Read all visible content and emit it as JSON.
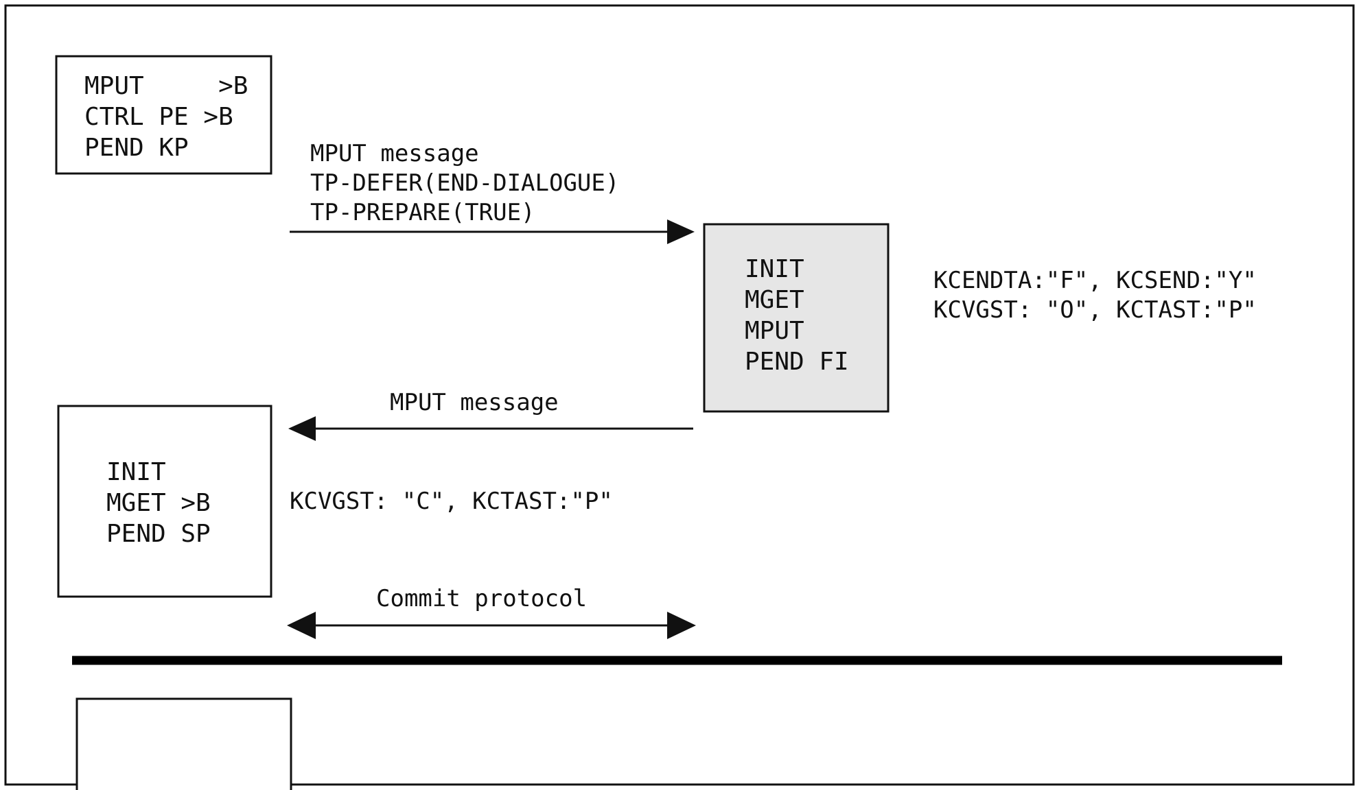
{
  "figure": {
    "type": "sequence-diagram",
    "background_color": "#ffffff",
    "line_color": "#111111",
    "highlight_fill": "#e6e6e6"
  },
  "boxes": {
    "client_top": {
      "name": "client-top-box",
      "fill": "#ffffff",
      "lines": [
        "MPUT     >B",
        "CTRL PE >B",
        "PEND KP"
      ]
    },
    "server": {
      "name": "server-box",
      "fill": "#e6e6e6",
      "lines": [
        "INIT",
        "MGET",
        "MPUT",
        "PEND FI"
      ]
    },
    "client_bottom": {
      "name": "client-bottom-box",
      "fill": "#ffffff",
      "lines": [
        "INIT",
        "MGET >B",
        "PEND SP"
      ]
    },
    "bottom_partial": {
      "name": "bottom-partial-box",
      "fill": "#ffffff",
      "lines": []
    }
  },
  "arrows": {
    "mput_send": {
      "name": "mput-send-arrow",
      "direction": "right",
      "labels": [
        "MPUT message",
        "TP-DEFER(END-DIALOGUE)",
        "TP-PREPARE(TRUE)"
      ]
    },
    "mput_return": {
      "name": "mput-return-arrow",
      "direction": "left",
      "labels": [
        "MPUT message"
      ]
    },
    "commit": {
      "name": "commit-protocol-arrow",
      "direction": "both",
      "labels": [
        "Commit protocol"
      ]
    }
  },
  "annotations": {
    "server_state": {
      "name": "server-state-annotation",
      "lines": [
        "KCENDTA:\"F\", KCSEND:\"Y\"",
        "KCVGST: \"O\", KCTAST:\"P\""
      ]
    },
    "client_state": {
      "name": "client-state-annotation",
      "lines": [
        "KCVGST: \"C\", KCTAST:\"P\""
      ]
    }
  },
  "separator": {
    "name": "section-divider-rule",
    "color": "#000000"
  }
}
